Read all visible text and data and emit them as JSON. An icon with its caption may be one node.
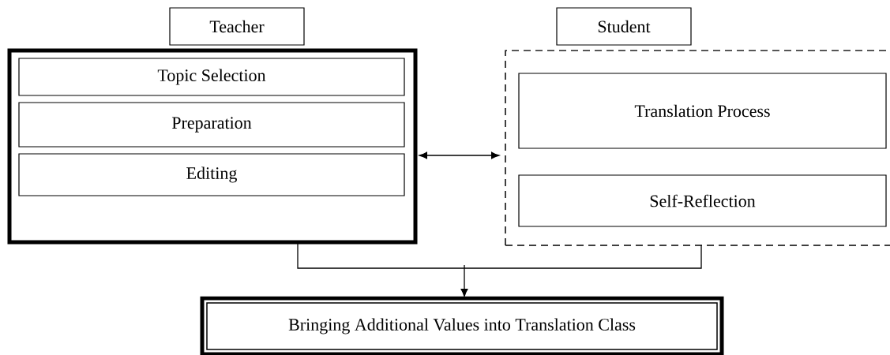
{
  "diagram": {
    "nodes": [
      {
        "text": [
          "Teacher"
        ]
      },
      {
        "text": [
          "Student"
        ]
      },
      {
        "text": [],
        "shape": "box"
      },
      {
        "text": [
          "Topic Selection"
        ],
        "in": 2
      },
      {
        "text": [
          "Preparation"
        ],
        "in": 2
      },
      {
        "text": [
          "Editing"
        ],
        "in": 2
      },
      {
        "text": [],
        "shape": "box"
      },
      {
        "text": [
          "Translation Process"
        ],
        "in": 6
      },
      {
        "text": [
          "Self-Reflection"
        ],
        "in": 6
      },
      {
        "text": [
          "Bringing Additional Values into Translation Class"
        ]
      }
    ],
    "edges": [
      {
        "from": 2,
        "to": 6,
        "arrow": "both"
      },
      {
        "from": 2,
        "to": 9,
        "arrow": "to"
      },
      {
        "from": 6,
        "to": 9,
        "arrow": "to"
      }
    ]
  }
}
